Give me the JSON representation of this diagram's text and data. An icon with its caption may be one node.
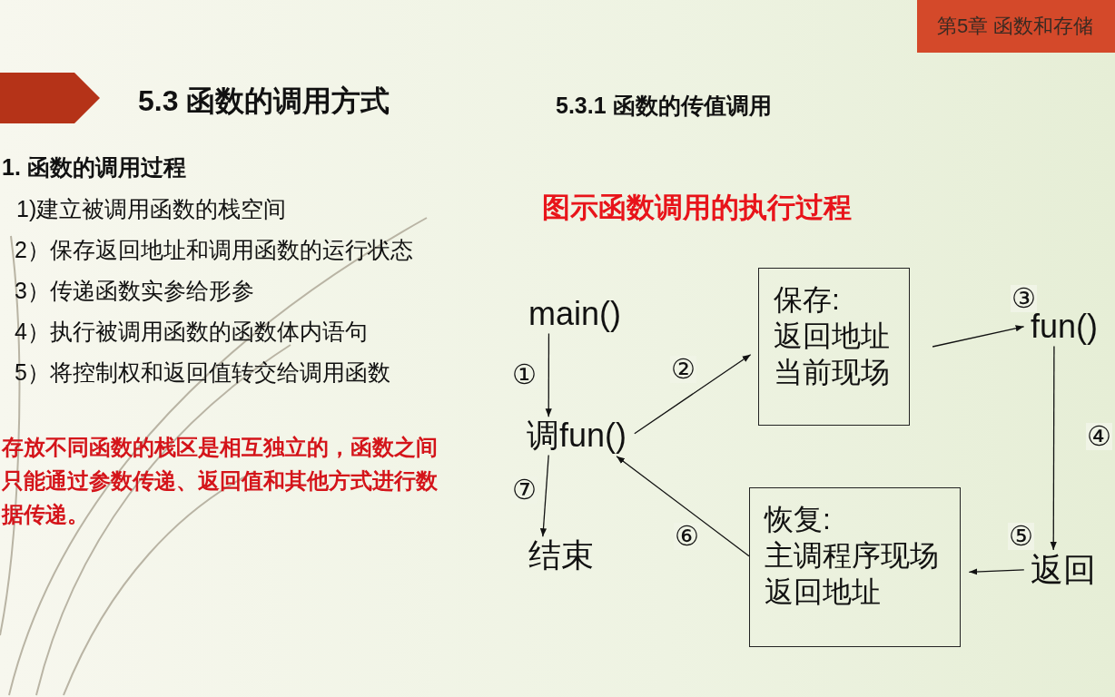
{
  "diagram": {
    "title": "5.3 函数的调用方式",
    "nodes": [
      {
        "text": [
          "main()"
        ]
      },
      {
        "text": [
          "调fun()"
        ]
      },
      {
        "text": [
          "结束"
        ]
      },
      {
        "text": [
          "保存:",
          "返回地址",
          "当前现场"
        ]
      },
      {
        "text": [
          "fun()"
        ]
      },
      {
        "text": [
          "返回"
        ]
      },
      {
        "text": [
          "恢复:",
          "主调程序现场",
          "返回地址"
        ]
      }
    ],
    "edges": [
      {
        "from": 0,
        "to": 1,
        "arrow": "to",
        "label": "①"
      },
      {
        "from": 1,
        "to": 3,
        "arrow": "to",
        "label": "②"
      },
      {
        "from": 3,
        "to": 4,
        "arrow": "to",
        "label": "③"
      },
      {
        "from": 4,
        "to": 5,
        "arrow": "to",
        "label": "④"
      },
      {
        "from": 5,
        "to": 6,
        "arrow": "to",
        "label": "⑤"
      },
      {
        "from": 6,
        "to": 1,
        "arrow": "to",
        "label": "⑥"
      },
      {
        "from": 1,
        "to": 2,
        "arrow": "to",
        "label": "⑦"
      }
    ],
    "labels": [
      "第5章 函数和存储",
      "5.3.1 函数的传值调用",
      "1. 函数的调用过程",
      "1)建立被调用函数的栈空间",
      "2）保存返回地址和调用函数的运行状态",
      "3）传递函数实参给形参",
      "4）执行被调用函数的函数体内语句",
      "5）将控制权和返回值转交给调用函数",
      "存放不同函数的栈区是相互独立的，函数之间只能通过参数传递、返回值和其他方式进行数据传递。",
      "图示函数调用的执行过程"
    ]
  }
}
